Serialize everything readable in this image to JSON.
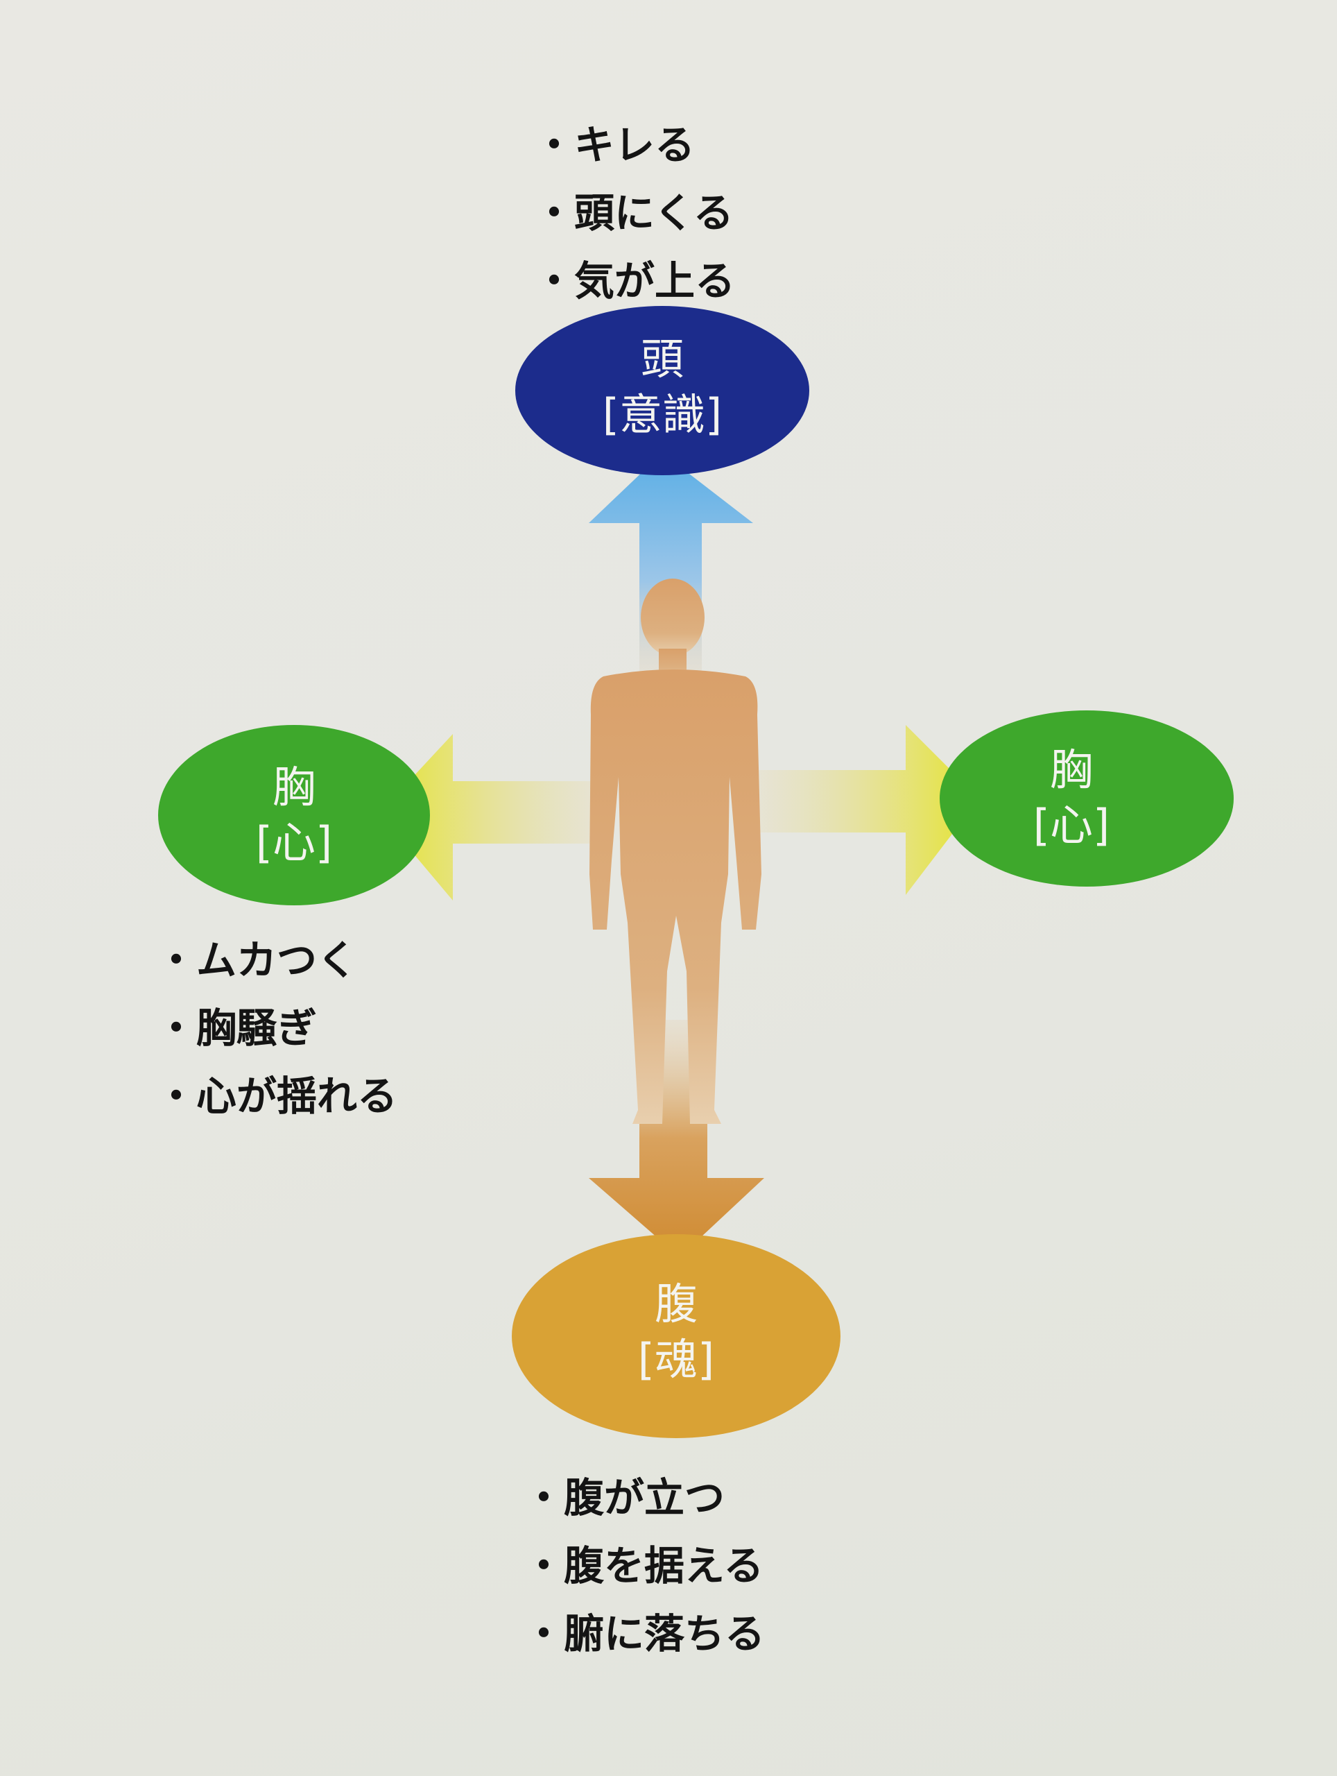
{
  "head": {
    "title": "頭",
    "subtitle": "[意識]",
    "expressions": [
      "キレる",
      "頭にくる",
      "気が上る"
    ],
    "color": "#1c2c8c",
    "arrow_color": "#6ab4e8"
  },
  "chest_left": {
    "title": "胸",
    "subtitle": "[心]",
    "expressions": [
      "ムカつく",
      "胸騒ぎ",
      "心が揺れる"
    ],
    "color": "#3ea82c",
    "arrow_color": "#e2e23a"
  },
  "chest_right": {
    "title": "胸",
    "subtitle": "[心]",
    "color": "#3ea82c"
  },
  "belly": {
    "title": "腹",
    "subtitle": "[魂]",
    "expressions": [
      "腹が立つ",
      "腹を据える",
      "腑に落ちる"
    ],
    "color": "#d9a235",
    "arrow_color": "#d49438"
  },
  "figure_color": "#d9a46e"
}
